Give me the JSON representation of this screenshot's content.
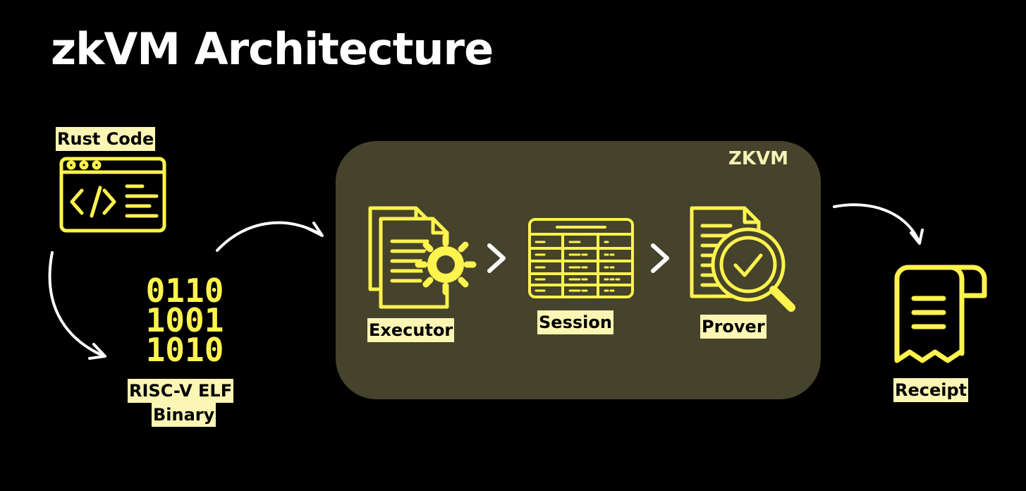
{
  "title": "zkVM Architecture",
  "zkvm_label": "ZKVM",
  "nodes": {
    "rust_code": "Rust Code",
    "elf_line1": "RISC-V ELF",
    "elf_line2": "Binary",
    "executor": "Executor",
    "session": "Session",
    "prover": "Prover",
    "receipt": "Receipt"
  },
  "binary_rows": [
    "0110",
    "1001",
    "1010"
  ],
  "chevron_glyph": ">",
  "icons": {
    "code": "code-window-icon",
    "binary": "binary-data-icon",
    "executor": "documents-gear-icon",
    "session": "data-table-icon",
    "prover": "document-magnifier-check-icon",
    "receipt": "receipt-icon"
  },
  "colors": {
    "background": "#000000",
    "accent": "#fff34d",
    "label_bg": "#fbf6b4",
    "panel": "#45432b",
    "arrow": "#ffffff"
  }
}
